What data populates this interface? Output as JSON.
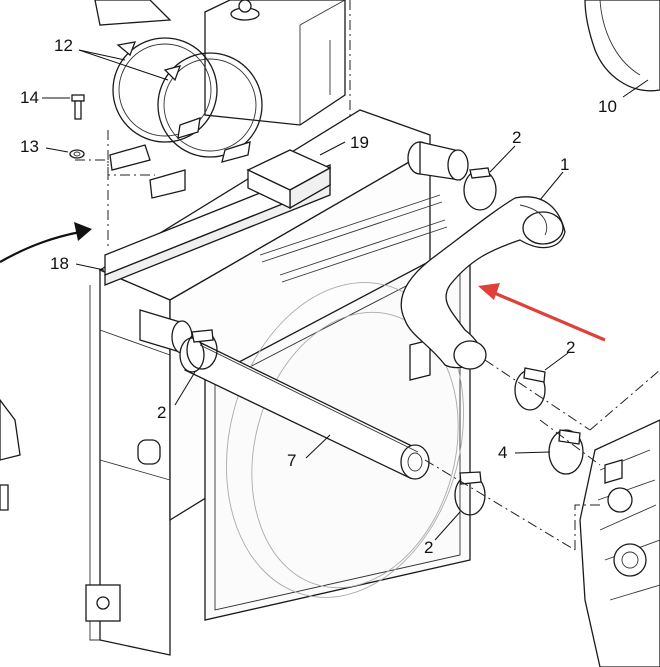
{
  "callouts": [
    {
      "id": "c1",
      "label": "1"
    },
    {
      "id": "c2a",
      "label": "2"
    },
    {
      "id": "c2b",
      "label": "2"
    },
    {
      "id": "c2c",
      "label": "2"
    },
    {
      "id": "c2d",
      "label": "2"
    },
    {
      "id": "c4",
      "label": "4"
    },
    {
      "id": "c7",
      "label": "7"
    },
    {
      "id": "c10",
      "label": "10"
    },
    {
      "id": "c12",
      "label": "12"
    },
    {
      "id": "c13",
      "label": "13"
    },
    {
      "id": "c14",
      "label": "14"
    },
    {
      "id": "c18",
      "label": "18"
    },
    {
      "id": "c19",
      "label": "19"
    }
  ],
  "colors": {
    "line": "#1a1a1a",
    "highlight_arrow": "#e0403a",
    "faint": "#aaaaaa",
    "background": "#ffffff"
  },
  "icons": {
    "highlight": "red-arrow-pointing-to-hose-1",
    "pointer": "black-arrow-pointing-to-radiator"
  }
}
